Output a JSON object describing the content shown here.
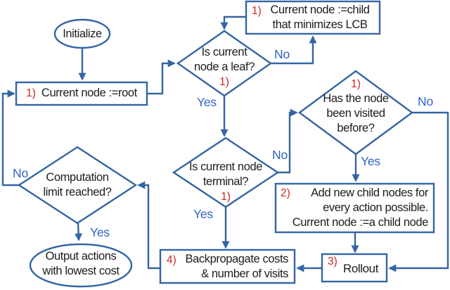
{
  "title": "MCTS-style planning flowchart",
  "colors": {
    "shape_stroke": "#3465a4",
    "edge_label_blue": "#2f62c6",
    "step_number_red": "#cb2727",
    "text": "#1d1d1d",
    "background": "#ffffff"
  },
  "nodes": {
    "initialize": {
      "label": "Initialize"
    },
    "root": {
      "step": "1)",
      "label": "Current node :=root"
    },
    "leaf_check": {
      "step": "1)",
      "lines": [
        "Is current",
        "node a leaf?"
      ]
    },
    "lcb": {
      "step": "1)",
      "lines": [
        "Current node :=child",
        "that minimizes LCB"
      ]
    },
    "visited_check": {
      "step": "1)",
      "lines": [
        "Has the node",
        "been visited",
        "before?"
      ]
    },
    "terminal_check": {
      "step": "1)",
      "lines": [
        "Is current node",
        "terminal?"
      ]
    },
    "add_children": {
      "step": "2)",
      "lines": [
        "Add new child nodes for",
        "every action possible.",
        "Current node :=a child node"
      ]
    },
    "rollout": {
      "step": "3)",
      "label": "Rollout"
    },
    "backprop": {
      "step": "4)",
      "lines": [
        "Backpropagate costs",
        "& number of visits"
      ]
    },
    "limit_check": {
      "lines": [
        "Computation",
        "limit reached?"
      ]
    },
    "output": {
      "lines": [
        "Output actions",
        "with lowest cost"
      ]
    }
  },
  "edge_labels": {
    "leaf_no": "No",
    "leaf_yes": "Yes",
    "visited_no": "No",
    "visited_yes": "Yes",
    "terminal_no": "No",
    "terminal_yes": "Yes",
    "limit_no": "No",
    "limit_yes": "Yes"
  }
}
